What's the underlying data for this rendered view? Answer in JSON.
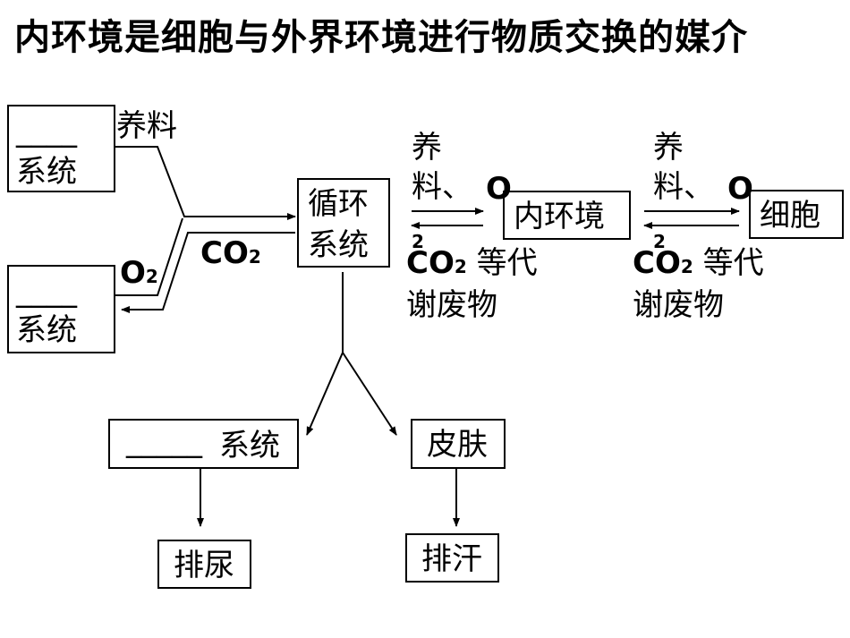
{
  "title": "内环境是细胞与外界环境进行物质交换的媒介",
  "boxes": {
    "digestive": {
      "blank": "____",
      "label": "系统"
    },
    "respiratory": {
      "blank": "____",
      "label": "系统"
    },
    "circulatory": {
      "line1": "循环",
      "line2": "系统"
    },
    "inner_env": {
      "label": "内环境"
    },
    "cell": {
      "label": "细胞"
    },
    "urinary": {
      "blank": "_____",
      "label": "系统"
    },
    "skin": {
      "label": "皮肤"
    },
    "urine": {
      "label": "排尿"
    },
    "sweat": {
      "label": "排汗"
    }
  },
  "labels": {
    "nutrients": "养料",
    "o2_main": "O",
    "o2_sub": "2",
    "co2_main": "CO",
    "co2_sub": "2",
    "ex1_line1": "养",
    "ex1_line2": "料、",
    "ex1_o": "O",
    "ex1_o_sub": "2",
    "ex1_co2": "CO",
    "ex1_co2_sub": "2",
    "ex1_rest": "等代",
    "ex1_line4": "谢废物",
    "ex2_line1": "养",
    "ex2_line2": "料、",
    "ex2_o": "O",
    "ex2_o_sub": "2",
    "ex2_co2": "CO",
    "ex2_co2_sub": "2",
    "ex2_rest": "等代",
    "ex2_line4": "谢废物"
  }
}
